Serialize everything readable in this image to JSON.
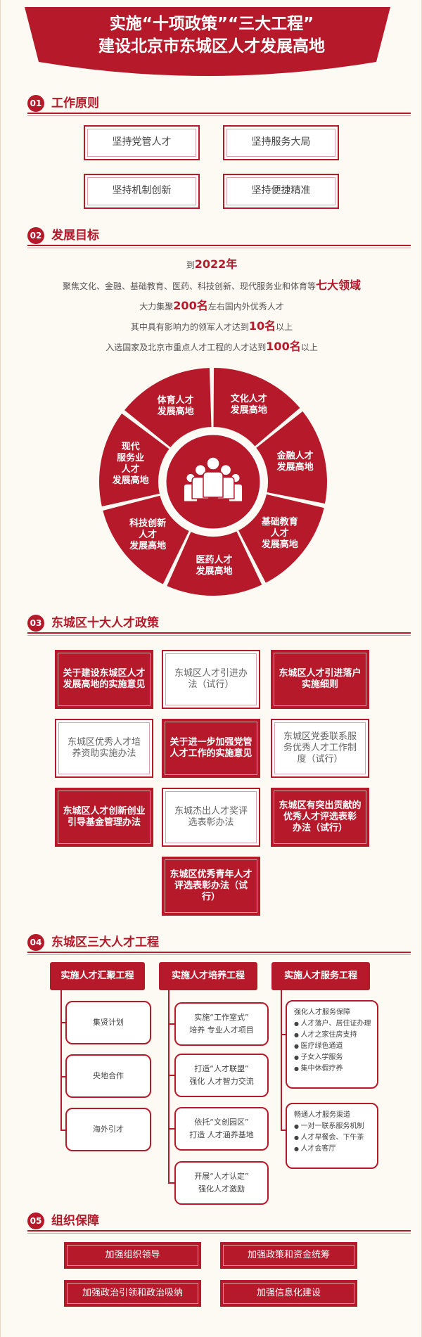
{
  "banner": {
    "line1": "实施“十项政策”“三大工程”",
    "line2": "建设北京市东城区人才发展高地"
  },
  "sections": [
    {
      "num": "01",
      "title": "工作原则"
    },
    {
      "num": "02",
      "title": "发展目标"
    },
    {
      "num": "03",
      "title": "东城区十大人才政策"
    },
    {
      "num": "04",
      "title": "东城区三大人才工程"
    },
    {
      "num": "05",
      "title": "组织保障"
    }
  ],
  "principles": [
    "坚持党管人才",
    "坚持服务大局",
    "坚持机制创新",
    "坚持便捷精准"
  ],
  "goals": {
    "line1_pre": "到",
    "line1_hl": "2022年",
    "line2_pre": "聚焦文化、金融、基础教育、医药、科技创新、现代服务业和体育等",
    "line2_hl": "七大领域",
    "line3_pre": "大力集聚",
    "line3_hl": "200名",
    "line3_post": "左右国内外优秀人才",
    "line4_pre": "其中具有影响力的领军人才达到",
    "line4_hl": "10名",
    "line4_post": "以上",
    "line5_pre": "入选国家及北京市重点人才工程的人才达到",
    "line5_hl": "100名",
    "line5_post": "以上"
  },
  "wheel": [
    "文化人才\n发展高地",
    "金融人才\n发展高地",
    "基础教育\n人才\n发展高地",
    "医药人才\n发展高地",
    "科技创新\n人才\n发展高地",
    "现代\n服务业\n人才\n发展高地",
    "体育人才\n发展高地"
  ],
  "policies": [
    {
      "text": "关于建设东城区人才发展高地的实施意见",
      "style": "red"
    },
    {
      "text": "东城区人才引进办法（试行）",
      "style": "white"
    },
    {
      "text": "东城区人才引进落户实施细则",
      "style": "red"
    },
    {
      "text": "东城区优秀人才培养资助实施办法",
      "style": "white"
    },
    {
      "text": "关于进一步加强党管人才工作的实施意见",
      "style": "red"
    },
    {
      "text": "东城区党委联系服务优秀人才工作制度（试行）",
      "style": "white"
    },
    {
      "text": "东城区人才创新创业引导基金管理办法",
      "style": "red"
    },
    {
      "text": "东城杰出人才奖评选表彰办法",
      "style": "white"
    },
    {
      "text": "东城区有突出贡献的优秀人才评选表彰 办法（试行）",
      "style": "red"
    },
    {
      "text": "东城区优秀青年人才评选表彰办法（试行）",
      "style": "red"
    }
  ],
  "projects": {
    "heads": [
      "实施人才汇聚工程",
      "实施人才培养工程",
      "实施人才服务工程"
    ],
    "gather": [
      "集贤计划",
      "央地合作",
      "海外引才"
    ],
    "train": [
      "实施“工作室式”\n培养 专业人才项目",
      "打造“人才联盟”\n强化 人才智力交流",
      "依托“文创园区”\n打造 人才涵养基地",
      "开展“人才认定”\n强化人才激励"
    ],
    "service": [
      {
        "title": "强化人才服务保障",
        "items": [
          "人才落户、居住证办理",
          "人才之家住房支持",
          "医疗绿色通道",
          "子女入学服务",
          "集中休假疗养"
        ]
      },
      {
        "title": "畅通人才服务渠道",
        "items": [
          "一对一联系服务机制",
          "人才早餐会、下午茶",
          "人才会客厅"
        ]
      }
    ]
  },
  "guarantees": [
    "加强组织领导",
    "加强政策和资金统筹",
    "加强政治引领和政治吸纳",
    "加强信息化建设"
  ],
  "colors": {
    "accent": "#b5192a",
    "background": "#fdf9f3"
  },
  "icons": {
    "wheel_center": "people-group-icon"
  }
}
